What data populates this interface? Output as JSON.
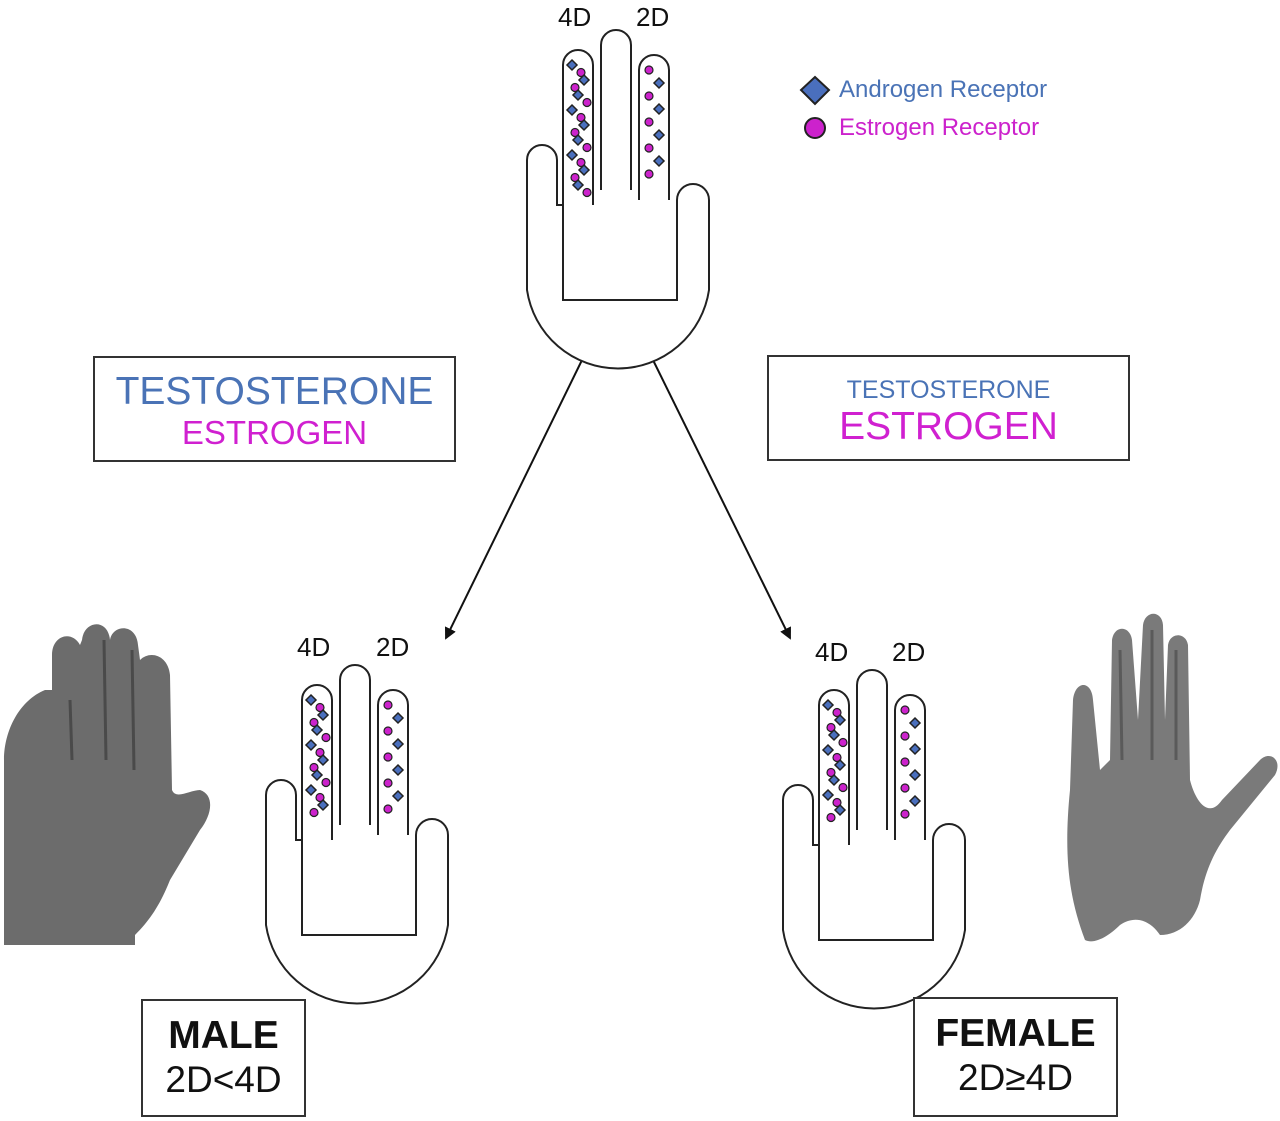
{
  "legend": {
    "androgen_label": "Androgen Receptor",
    "estrogen_label": "Estrogen Receptor"
  },
  "finger_labels": {
    "fourth": "4D",
    "second": "2D"
  },
  "male_hormones": {
    "testosterone": "TESTOSTERONE",
    "estrogen": "ESTROGEN"
  },
  "female_hormones": {
    "testosterone": "TESTOSTERONE",
    "estrogen": "ESTROGEN"
  },
  "male": {
    "sex": "MALE",
    "ratio": "2D<4D"
  },
  "female": {
    "sex": "FEMALE",
    "ratio": "2D≥4D"
  },
  "colors": {
    "androgen": "#4a6fbd",
    "estrogen": "#cc22cc",
    "testosterone_text": "#4a73b6",
    "estrogen_text": "#d020d0",
    "outline": "#222222",
    "hand_photo": "#6f6f6f"
  },
  "icons": {
    "androgen": "diamond",
    "estrogen": "circle"
  }
}
